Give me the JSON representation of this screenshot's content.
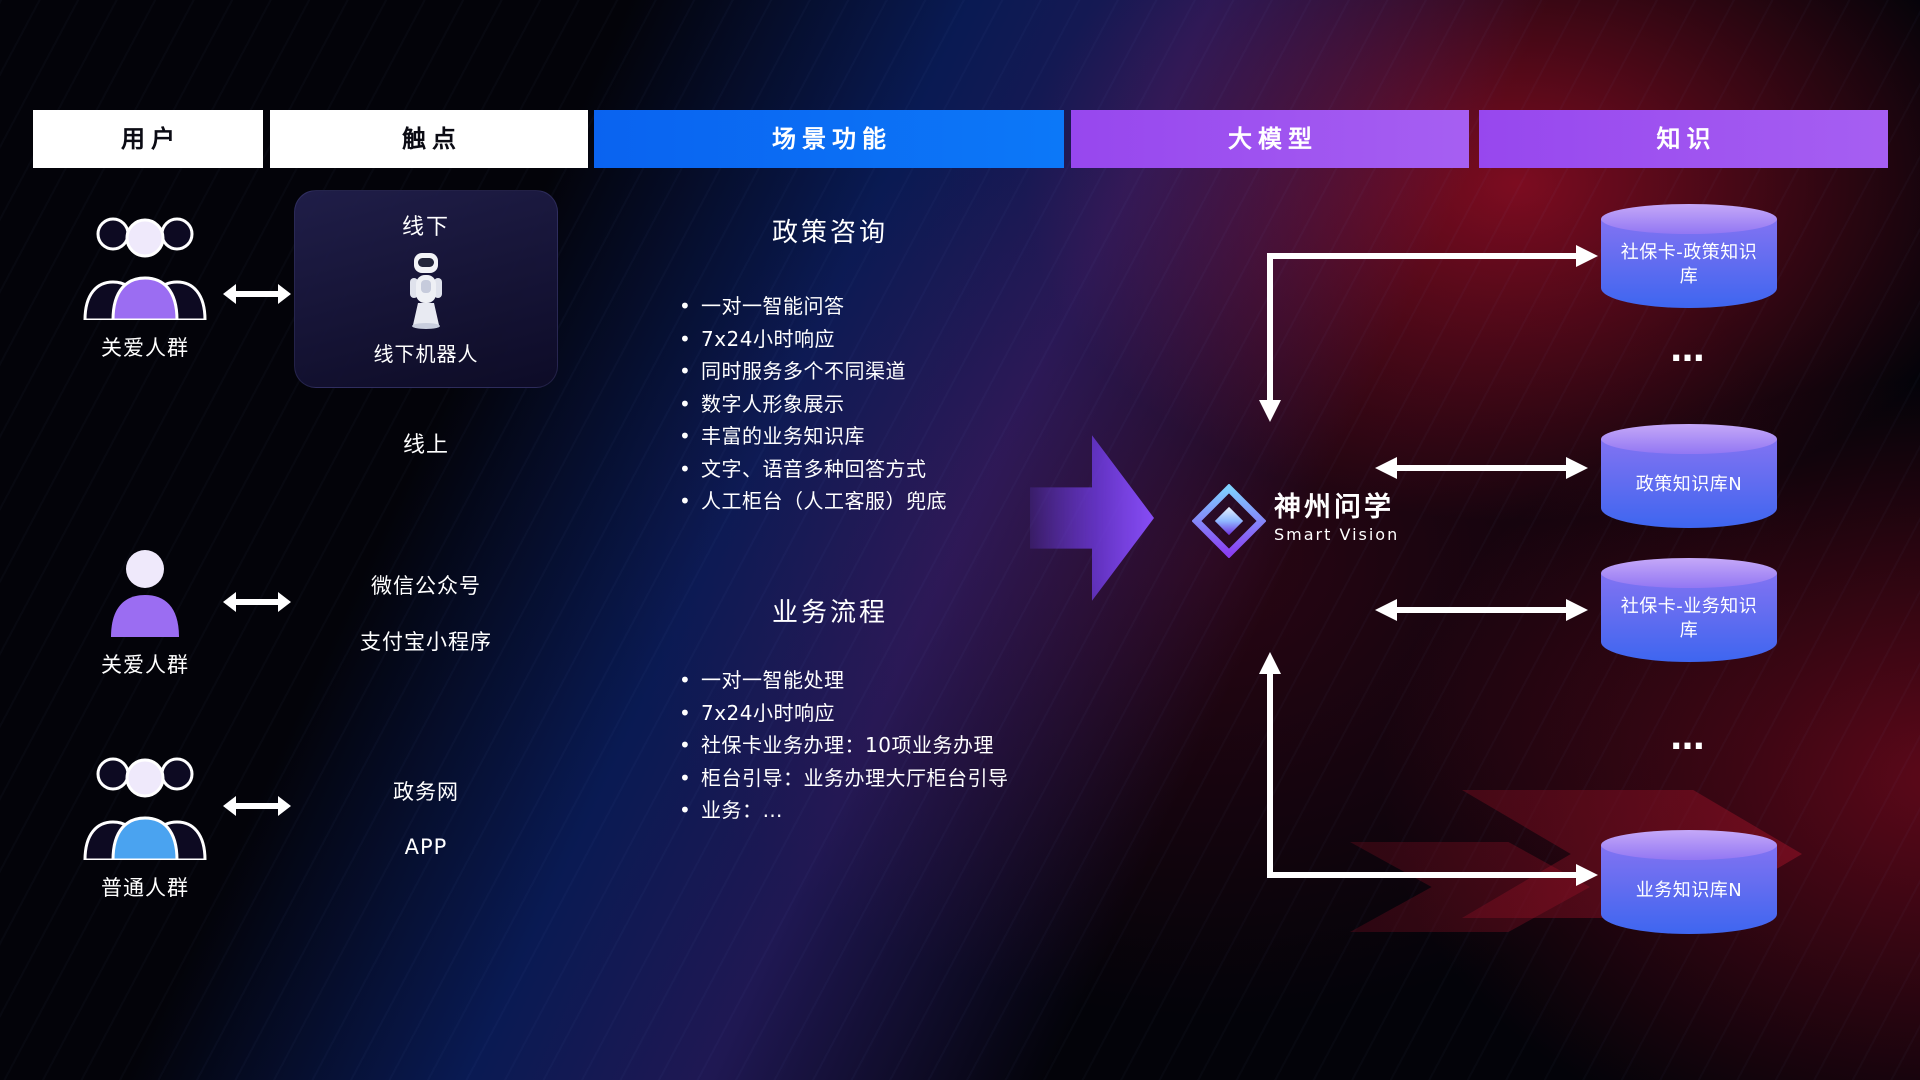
{
  "colors": {
    "header_blue": "#0b6ef5",
    "header_purple": "#9b55ee",
    "accent_purple": "#9b6df2",
    "accent_blue": "#4aa3f0",
    "db_top": "#b795f6",
    "db_body_top": "#8273f2",
    "db_body_bottom": "#3e66f0",
    "background_red": "#b01030",
    "arrow_white": "#ffffff"
  },
  "header": {
    "columns": [
      {
        "label": "用户"
      },
      {
        "label": "触点"
      },
      {
        "label": "场景功能"
      },
      {
        "label": "大模型"
      },
      {
        "label": "知识"
      }
    ]
  },
  "users": [
    {
      "label": "关爱人群",
      "icon": "group-purple"
    },
    {
      "label": "关爱人群",
      "icon": "person-purple"
    },
    {
      "label": "普通人群",
      "icon": "group-blue"
    }
  ],
  "touchpoints": {
    "offline": {
      "title": "线下",
      "robot_label": "线下机器人"
    },
    "online_label": "线上",
    "channels": [
      "微信公众号",
      "支付宝小程序",
      "政务网",
      "APP"
    ]
  },
  "scenarios": [
    {
      "title": "政策咨询",
      "items": [
        "一对一智能问答",
        "7x24小时响应",
        "同时服务多个不同渠道",
        "数字人形象展示",
        "丰富的业务知识库",
        "文字、语音多种回答方式",
        "人工柜台（人工客服）兜底"
      ]
    },
    {
      "title": "业务流程",
      "items": [
        "一对一智能处理",
        "7x24小时响应",
        "社保卡业务办理：10项业务办理",
        "柜台引导：业务办理大厅柜台引导",
        "业务：…"
      ]
    }
  ],
  "model": {
    "name": "神州问学",
    "subtitle": "Smart Vision"
  },
  "knowledge": {
    "databases": [
      "社保卡-政策知识库",
      "政策知识库N",
      "社保卡-业务知识库",
      "业务知识库N"
    ],
    "ellipsis": "…"
  }
}
